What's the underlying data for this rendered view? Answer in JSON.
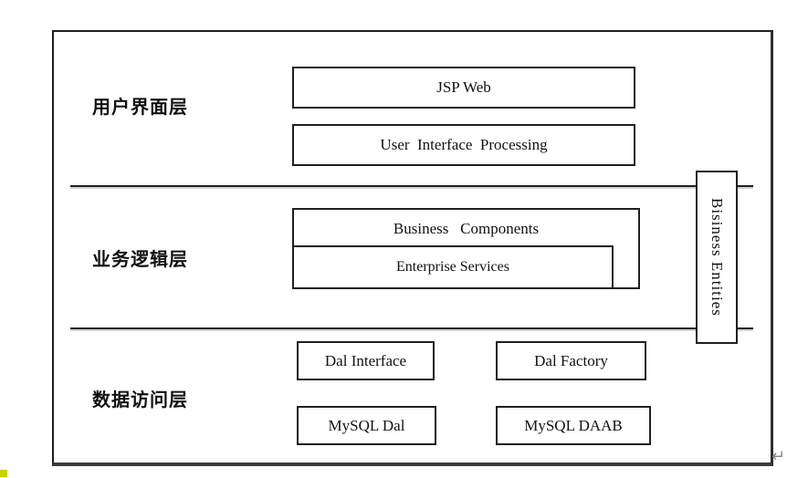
{
  "diagram": {
    "layers": [
      {
        "label": "用户界面层",
        "boxes": [
          {
            "label": "JSP Web"
          },
          {
            "label": "User  Interface  Processing"
          }
        ]
      },
      {
        "label": "业务逻辑层",
        "boxes": [
          {
            "label": "Business   Components"
          },
          {
            "label": "Enterprise Services"
          }
        ]
      },
      {
        "label": "数据访问层",
        "boxes": [
          {
            "label": "Dal Interface"
          },
          {
            "label": "Dal Factory"
          },
          {
            "label": "MySQL Dal"
          },
          {
            "label": "MySQL DAAB"
          }
        ]
      }
    ],
    "vertical_box": {
      "label": "Bisiness Entities"
    },
    "paragraph_mark": "↵",
    "colors": {
      "background": "#ffffff",
      "line": "#1f1f1f",
      "shadow": "#3c3c3c",
      "mark": "#8a8a8a",
      "artifact": "#c6d300"
    }
  }
}
